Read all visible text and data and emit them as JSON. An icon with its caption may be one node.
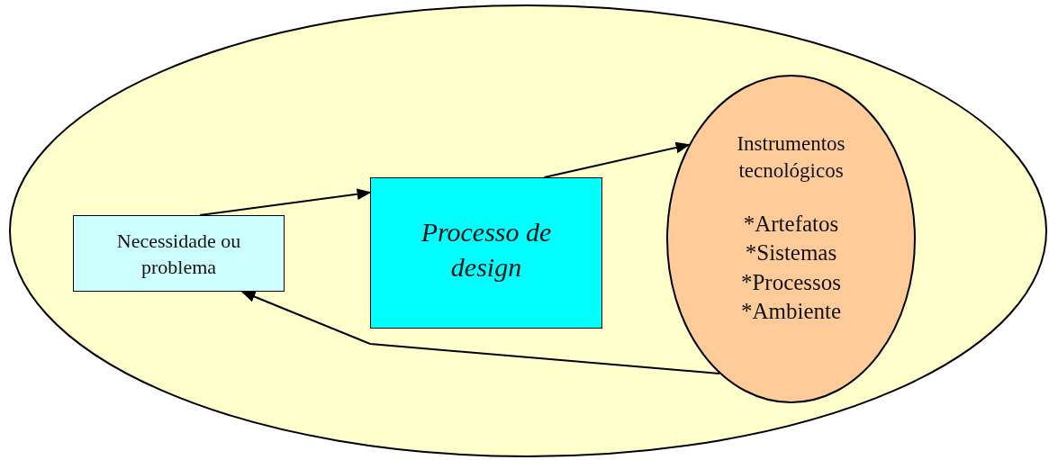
{
  "diagram": {
    "nodes": [
      {
        "text": [],
        "shape": "ellipse"
      },
      {
        "text": [
          "Necessidade ou problema"
        ],
        "in": 0
      },
      {
        "text": [
          "Processo de design"
        ],
        "in": 0
      },
      {
        "text": [
          "Instrumentos tecnológicos",
          "*Artefatos *Sistemas *Processos *Ambiente"
        ],
        "in": 0
      }
    ],
    "edges": [
      {
        "from": 1,
        "to": 2,
        "arrow": "to"
      },
      {
        "from": 2,
        "to": 3,
        "arrow": "to"
      },
      {
        "from": 3,
        "to": 1,
        "arrow": "to"
      }
    ]
  }
}
